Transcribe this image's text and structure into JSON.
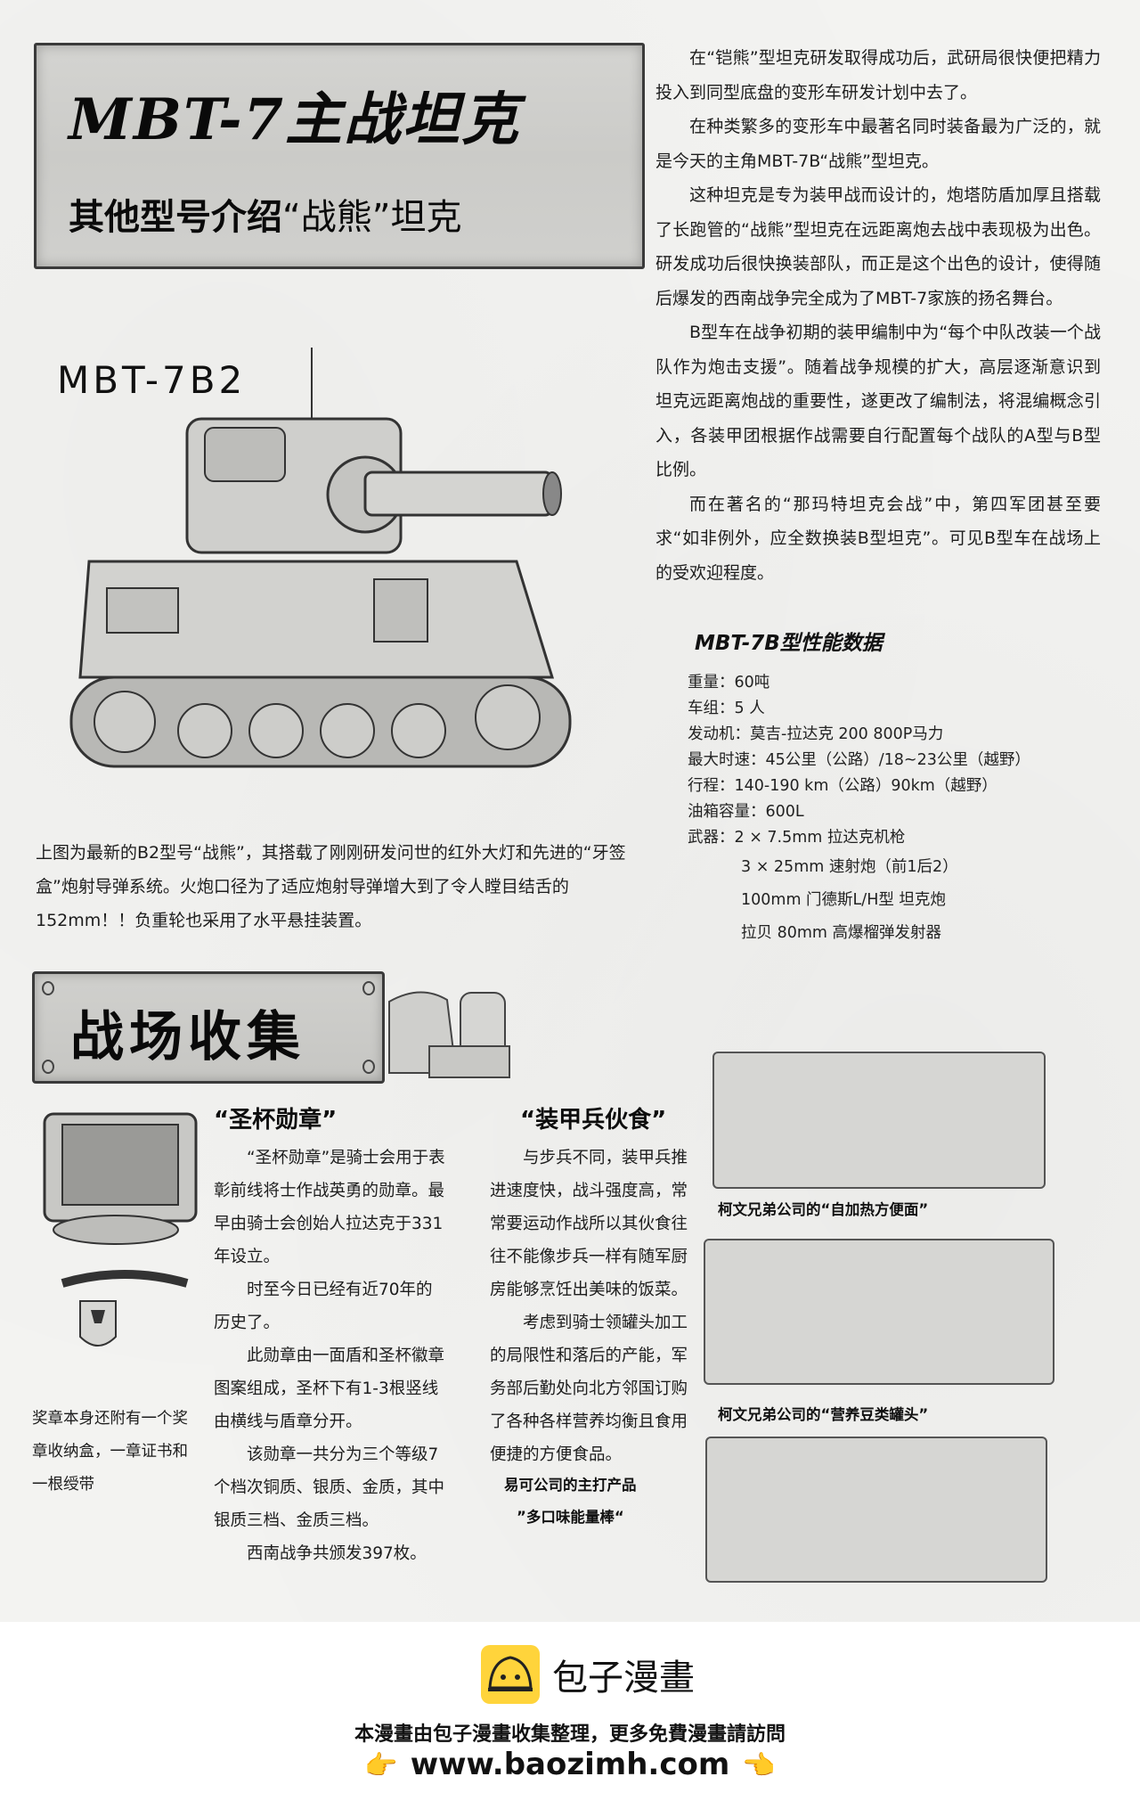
{
  "header": {
    "title": "MBT-7主战坦克",
    "subtitle_prefix": "其他型号介绍",
    "subtitle_quoted": "“战熊”",
    "subtitle_suffix": "坦克"
  },
  "intro": {
    "paragraphs": [
      "在“铠熊”型坦克研发取得成功后，武研局很快便把精力投入到同型底盘的变形车研发计划中去了。",
      "在种类繁多的变形车中最著名同时装备最为广泛的，就是今天的主角MBT-7B“战熊”型坦克。",
      "这种坦克是专为装甲战而设计的，炮塔防盾加厚且搭载了长跑管的“战熊”型坦克在远距离炮去战中表现极为出色。研发成功后很快换装部队，而正是这个出色的设计，使得随后爆发的西南战争完全成为了MBT-7家族的扬名舞台。",
      "B型车在战争初期的装甲编制中为“每个中队改装一个战队作为炮击支援”。随着战争规模的扩大，高层逐渐意识到坦克远距离炮战的重要性，遂更改了编制法，将混编概念引入，各装甲团根据作战需要自行配置每个战队的A型与B型比例。",
      "而在著名的“那玛特坦克会战”中，第四军团甚至要求“如非例外，应全数换装B型坦克”。可见B型车在战场上的受欢迎程度。"
    ]
  },
  "tank": {
    "label": "MBT-7B2",
    "caption": "上图为最新的B2型号“战熊”，其搭载了刚刚研发问世的红外大灯和先进的“牙签盒”炮射导弹系统。火炮口径为了适应炮射导弹增大到了令人瞠目结舌的152mm！！负重轮也采用了水平悬挂装置。"
  },
  "specs": {
    "title": "MBT-7B型性能数据",
    "rows": [
      "重量：60吨",
      "车组：5 人",
      "发动机：莫吉-拉达克 200 800P马力",
      "最大时速：45公里（公路）/18~23公里（越野）",
      "行程：140-190 km（公路）90km（越野）",
      "油箱容量：600L",
      "武器：2 × 7.5mm 拉达克机枪"
    ],
    "weapons_more": [
      "3 × 25mm 速射炮（前1后2）",
      "100mm 门德斯L/H型 坦克炮",
      "拉贝 80mm 高爆榴弹发射器"
    ]
  },
  "collection": {
    "title": "战场收集",
    "medal": {
      "heading": "“圣杯勋章”",
      "paragraphs": [
        "“圣杯勋章”是骑士会用于表彰前线将士作战英勇的勋章。最早由骑士会创始人拉达克于331年设立。",
        "时至今日已经有近70年的历史了。",
        "此勋章由一面盾和圣杯徽章图案组成，圣杯下有1-3根竖线由横线与盾章分开。",
        "该勋章一共分为三个等级7个档次铜质、银质、金质，其中银质三档、金质三档。",
        "西南战争共颁发397枚。"
      ],
      "note": "奖章本身还附有一个奖章收纳盒，一章证书和一根绶带"
    },
    "rations": {
      "heading": "“装甲兵伙食”",
      "paragraphs": [
        "与步兵不同，装甲兵推进速度快，战斗强度高，常常要运动作战所以其伙食往往不能像步兵一样有随军厨房能够烹饪出美味的饭菜。",
        "考虑到骑士领罐头加工的局限性和落后的产能，军务部后勤处向北方邻国订购了各种各样营养均衡且食用便捷的方便食品。"
      ],
      "product_line1": "易可公司的主打产品",
      "product_line2": "”多口味能量棒“"
    },
    "products": [
      "柯文兄弟公司的“自加热方便面”",
      "柯文兄弟公司的“营养豆类罐头”"
    ]
  },
  "footer": {
    "brand": "包子漫畫",
    "notice": "本漫畫由包子漫畫收集整理，更多免費漫畫請訪問",
    "url": "www.baozimh.com",
    "hand_left": "👉",
    "hand_right": "👈",
    "accent_color": "#ffd43b"
  }
}
